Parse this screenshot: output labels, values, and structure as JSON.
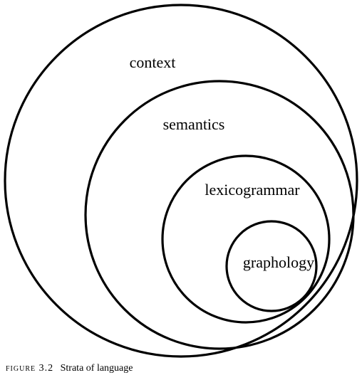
{
  "diagram": {
    "strata": [
      {
        "id": "context",
        "label": "context"
      },
      {
        "id": "semantics",
        "label": "semantics"
      },
      {
        "id": "lexicogrammar",
        "label": "lexicogrammar"
      },
      {
        "id": "graphology",
        "label": "graphology"
      }
    ],
    "stroke_color": "#000000"
  },
  "caption": {
    "number": "FIGURE 3.2",
    "text": "Strata of language"
  }
}
